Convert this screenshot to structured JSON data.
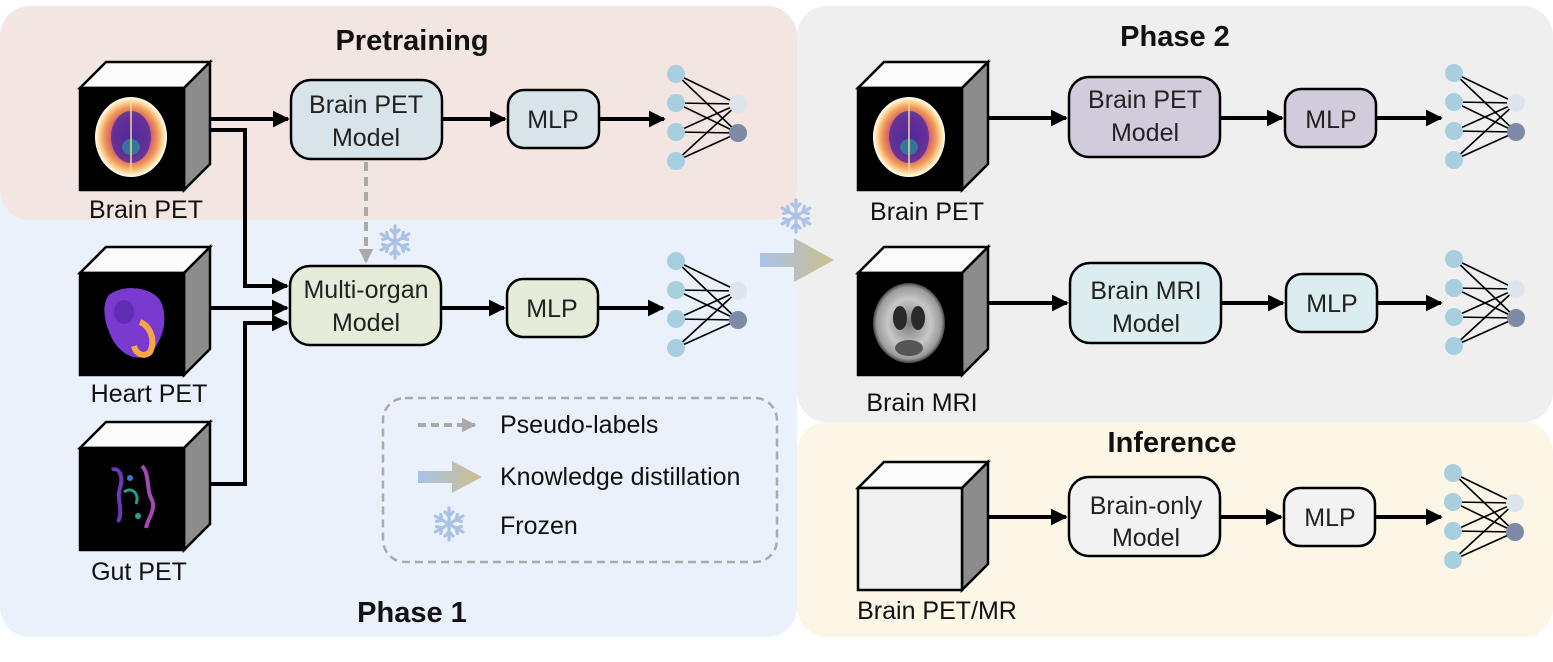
{
  "panels": {
    "pretraining": "Pretraining",
    "phase1": "Phase 1",
    "phase2": "Phase 2",
    "inference": "Inference"
  },
  "inputs": {
    "brain_pet": "Brain PET",
    "heart_pet": "Heart PET",
    "gut_pet": "Gut PET",
    "brain_pet_2": "Brain PET",
    "brain_mri": "Brain MRI",
    "brain_pet_mr": "Brain PET/MR"
  },
  "models": {
    "brain_pet_model": [
      "Brain PET",
      "Model"
    ],
    "multi_organ_model": [
      "Multi-organ",
      "Model"
    ],
    "brain_pet_model_2": [
      "Brain PET",
      "Model"
    ],
    "brain_mri_model": [
      "Brain MRI",
      "Model"
    ],
    "brain_only_model": [
      "Brain-only",
      "Model"
    ]
  },
  "mlp": "MLP",
  "legend": {
    "pseudo_labels": "Pseudo-labels",
    "knowledge_distillation": "Knowledge distillation",
    "frozen": "Frozen"
  },
  "colors": {
    "pretraining_bg": "#f3e6e2",
    "phase1_bg": "#eaf1fb",
    "phase2_bg": "#efefef",
    "inference_bg": "#fbf6e6",
    "brain_pet_model": "#d9e4ea",
    "multi_organ_model": "#e5edda",
    "brain_pet_model_2": "#d2cbdb",
    "brain_mri_model": "#dcedef",
    "brain_only_model": "#f2f2f2",
    "nn_input_node": "#a8cfe0",
    "nn_output_light": "#dfe3ec",
    "nn_output_dark": "#7d8ba6",
    "frozen_icon": "#aac3e4"
  },
  "icons": [
    "snowflake-icon",
    "brain-pet-scan",
    "heart-pet-scan",
    "gut-pet-scan",
    "brain-mri-scan"
  ]
}
